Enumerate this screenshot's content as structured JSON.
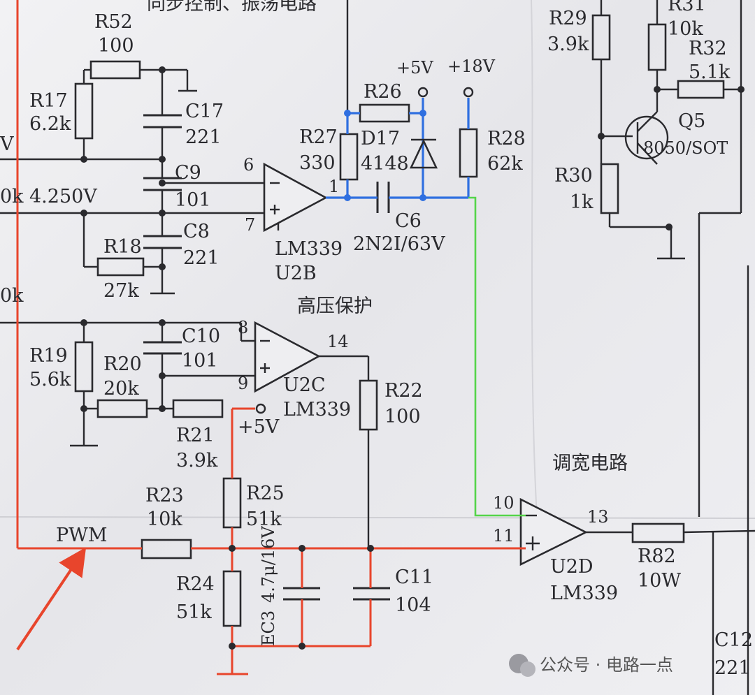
{
  "title_partial": "同步控制、振荡电路",
  "components": {
    "R52": {
      "name": "R52",
      "value": "100"
    },
    "R17": {
      "name": "R17",
      "value": "6.2k"
    },
    "C17": {
      "name": "C17",
      "value": "221"
    },
    "C9": {
      "name": "C9",
      "value": "101"
    },
    "C8": {
      "name": "C8",
      "value": "221"
    },
    "R18": {
      "name": "R18",
      "value": "27k"
    },
    "R26": {
      "name": "R26"
    },
    "R27": {
      "name": "R27",
      "value": "330"
    },
    "D17": {
      "name": "D17",
      "value": "4148"
    },
    "R28": {
      "name": "R28",
      "value": "62k"
    },
    "C6": {
      "name": "C6",
      "value": "2N2I/63V"
    },
    "U2B": {
      "part": "LM339",
      "name": "U2B"
    },
    "R29": {
      "name": "R29",
      "value": "3.9k"
    },
    "R31": {
      "name": "R31",
      "value": "10k"
    },
    "R32": {
      "name": "R32",
      "value": "5.1k"
    },
    "Q5": {
      "name": "Q5",
      "value": "8050/SOT"
    },
    "R30": {
      "name": "R30",
      "value": "1k"
    },
    "C10": {
      "name": "C10",
      "value": "101"
    },
    "R19": {
      "name": "R19",
      "value": "5.6k"
    },
    "R20": {
      "name": "R20",
      "value": "20k"
    },
    "R21": {
      "name": "R21",
      "value": "3.9k"
    },
    "U2C": {
      "name": "U2C",
      "part": "LM339"
    },
    "R22": {
      "name": "R22",
      "value": "100"
    },
    "R23": {
      "name": "R23",
      "value": "10k"
    },
    "R25": {
      "name": "R25",
      "value": "51k"
    },
    "R24": {
      "name": "R24",
      "value": "51k"
    },
    "EC3": {
      "name": "EC3",
      "value": "4.7μ/16V"
    },
    "C11": {
      "name": "C11",
      "value": "104"
    },
    "U2D": {
      "name": "U2D",
      "part": "LM339"
    },
    "R82": {
      "name": "R82",
      "value": "10W"
    },
    "C12": {
      "name": "C12",
      "value": "221"
    }
  },
  "pins": {
    "u2b_minus": "6",
    "u2b_plus": "7",
    "u2b_out": "1",
    "u2c_minus": "8",
    "u2c_plus": "9",
    "u2c_out": "14",
    "u2d_minus": "10",
    "u2d_plus": "11",
    "u2d_out": "13"
  },
  "rails": {
    "v5": "+5V",
    "v18": "+18V",
    "v5_b": "+5V"
  },
  "nodes": {
    "v4250": "4.250V",
    "left_v": "V",
    "left_0k_a": "0k",
    "left_0k_b": "0k"
  },
  "sections": {
    "hv_protect": "高压保护",
    "pwm_circuit": "调宽电路"
  },
  "signals": {
    "pwm": "PWM"
  },
  "watermark": "公众号 · 电路一点",
  "colors": {
    "ink": "#2a2a2e",
    "red_trace": "#e8452c",
    "blue_trace": "#2f6fe0",
    "green_trace": "#55d44a",
    "arrow": "#e8452c"
  }
}
